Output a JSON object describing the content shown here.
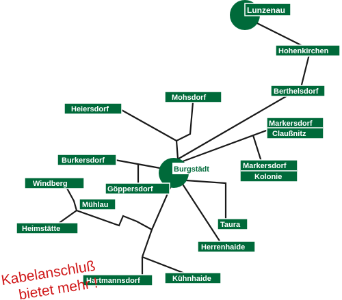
{
  "diagram": {
    "colors": {
      "node": "#006a3a",
      "label_text": "#ffffff",
      "line": "#1a1a1a",
      "note": "#d0191a"
    },
    "hubs": {
      "lunzenau": "Lunzenau",
      "burgstaedt": "Burgstädt"
    },
    "places": {
      "hohenkirchen": "Hohenkirchen",
      "berthelsdorf": "Berthelsdorf",
      "mohsdorf": "Mohsdorf",
      "heiersdorf": "Heiersdorf",
      "markersdorf_claussnitz_1": "Markersdorf",
      "markersdorf_claussnitz_2": "Claußnitz",
      "markersdorf_kolonie_1": "Markersdorf",
      "markersdorf_kolonie_2": "Kolonie",
      "burkersdorf": "Burkersdorf",
      "goeppersdorf": "Göppersdorf",
      "windberg": "Windberg",
      "muehlau": "Mühlau",
      "heimstaette": "Heimstätte",
      "taura": "Taura",
      "herrenhaide": "Herrenhaide",
      "hartmannsdorf": "Hartmannsdorf",
      "kuehnhaide": "Kühnhaide"
    },
    "note": {
      "line1": "Kabelanschluß",
      "line2": "bietet mehr !"
    }
  }
}
